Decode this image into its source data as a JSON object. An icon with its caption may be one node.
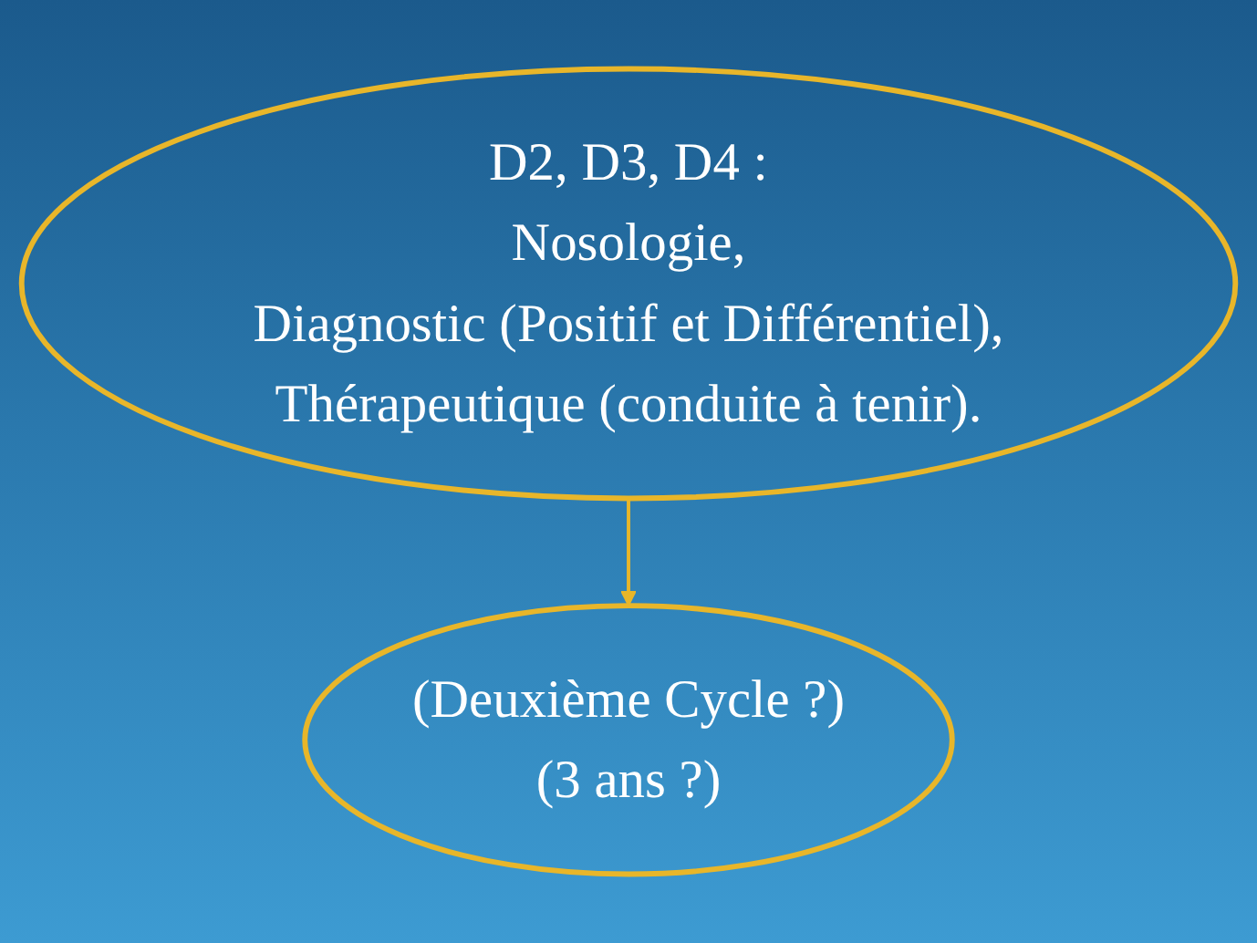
{
  "diagram": {
    "nodes": [
      {
        "text": [
          "D2, D3, D4 :",
          "Nosologie,",
          "Diagnostic (Positif et Différentiel),",
          "Thérapeutique (conduite à tenir)."
        ]
      },
      {
        "text": [
          "(Deuxième Cycle ?)",
          "(3 ans ?)"
        ]
      }
    ],
    "edges": [
      {
        "from": 0,
        "to": 1,
        "arrow": "to"
      }
    ]
  }
}
